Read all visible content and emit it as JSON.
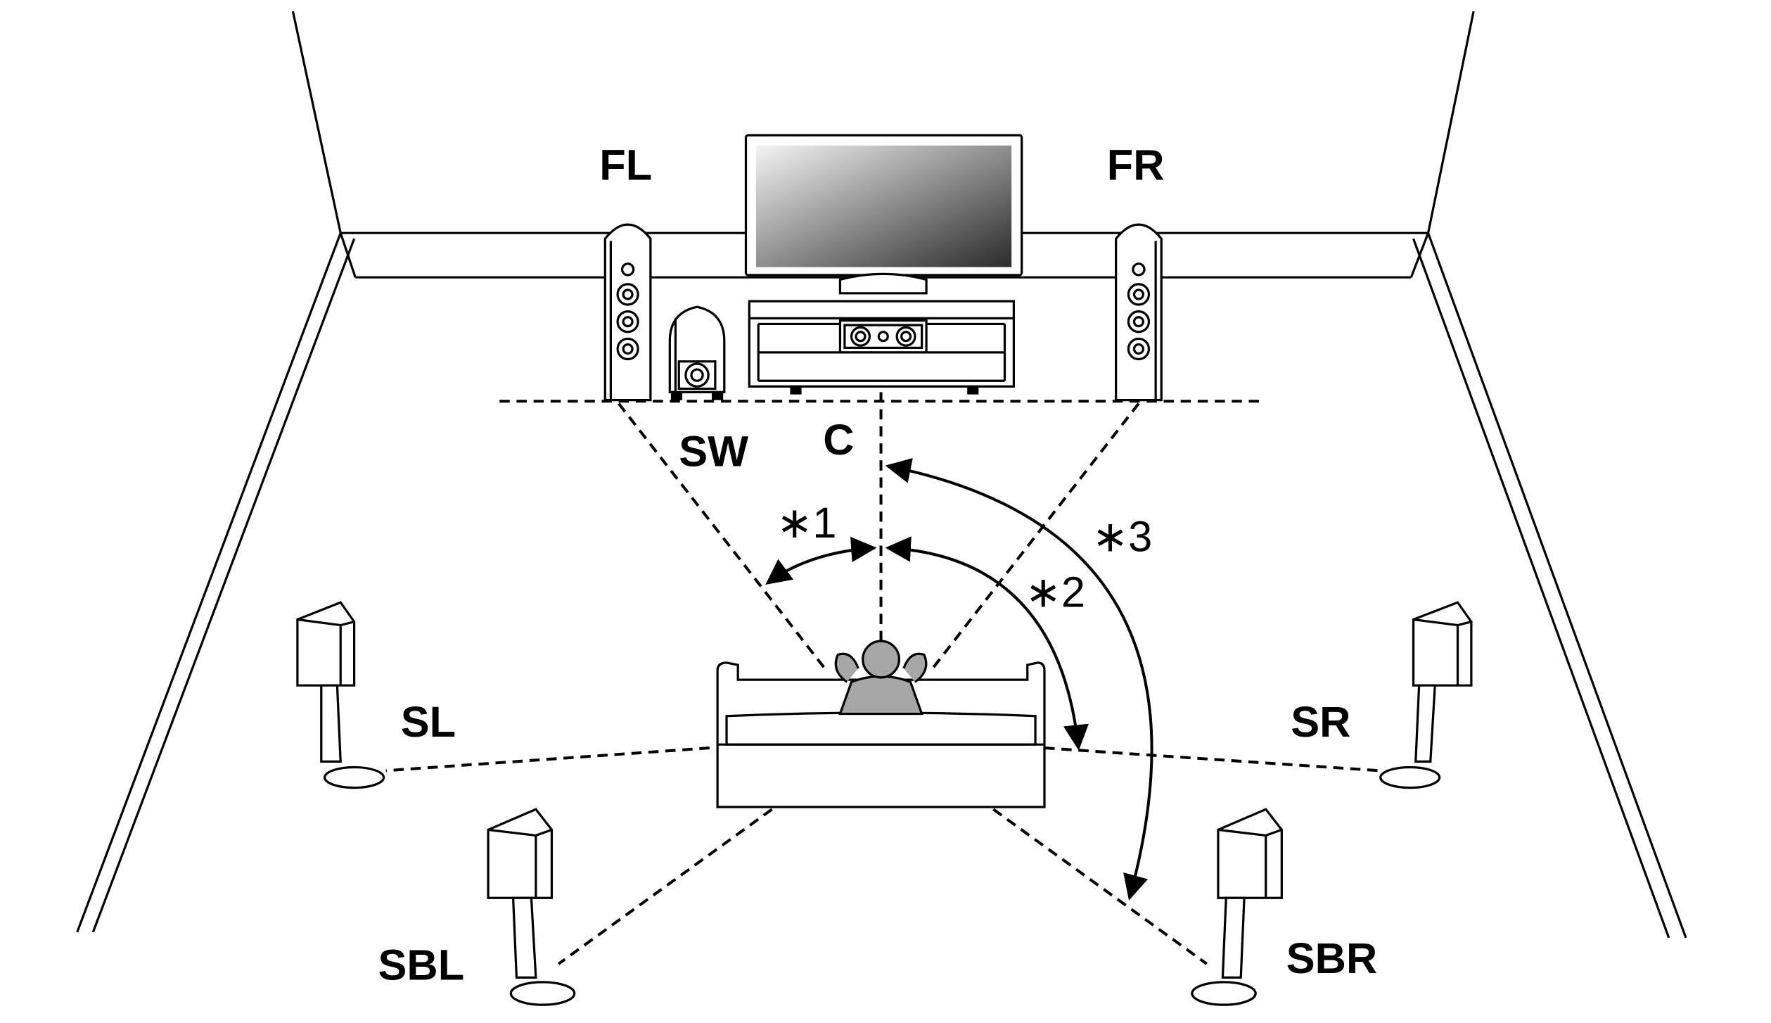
{
  "speakers": {
    "front_left": "FL",
    "front_right": "FR",
    "center": "C",
    "subwoofer": "SW",
    "surround_left": "SL",
    "surround_right": "SR",
    "surround_back_left": "SBL",
    "surround_back_right": "SBR"
  },
  "angle_notes": {
    "note1": "∗1",
    "note2": "∗2",
    "note3": "∗3"
  },
  "colors": {
    "line": "#000000",
    "person": "#a6a6a6",
    "screen_light": "#f4f4f4",
    "screen_dark": "#2a2a2a"
  }
}
